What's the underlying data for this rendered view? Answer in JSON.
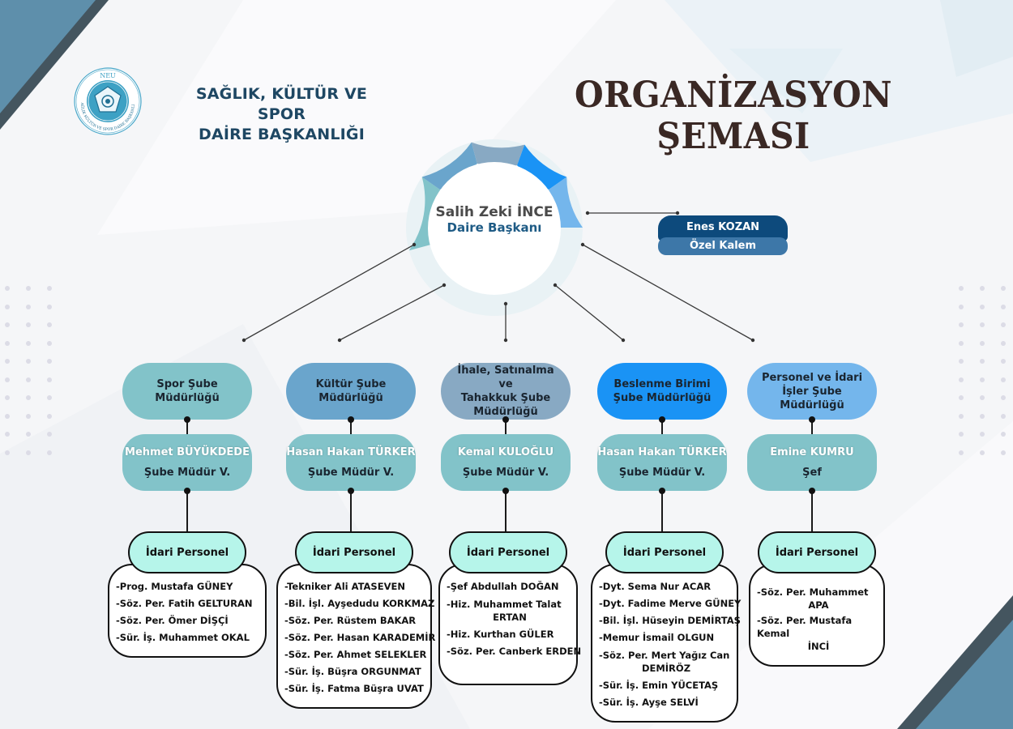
{
  "header": {
    "org_name_line1": "SAĞLIK, KÜLTÜR VE SPOR",
    "org_name_line2": "DAİRE BAŞKANLIĞI",
    "title": "ORGANİZASYON ŞEMASI",
    "logo": {
      "top_text": "NEU",
      "ring_text": "SAĞLIK KÜLTÜR VE SPOR DAİRE BAŞKANLIĞI",
      "icon": "rosette-emblem-icon"
    }
  },
  "head": {
    "name": "Salih Zeki İNCE",
    "title": "Daire Başkanı",
    "ring_colors": [
      "#82c3c9",
      "#6aa5cc",
      "#88a9c3",
      "#1a93f5",
      "#74b6ec"
    ]
  },
  "aide": {
    "name": "Enes KOZAN",
    "role": "Özel Kalem"
  },
  "departments": [
    {
      "name": "Spor Şube Müdürlüğü",
      "name_lines": [
        "Spor Şube",
        "Müdürlüğü"
      ],
      "color": "#82c3c9",
      "manager_name": "Mehmet BÜYÜKDEDE",
      "manager_role": "Şube Müdür V.",
      "staff_title": "İdari Personel",
      "staff": [
        [
          "-Prog. Mustafa GÜNEY"
        ],
        [
          "-Söz. Per. Fatih GELTURAN"
        ],
        [
          "-Söz. Per. Ömer DİŞÇİ"
        ],
        [
          "-Sür. İş. Muhammet OKAL"
        ]
      ]
    },
    {
      "name": "Kültür Şube Müdürlüğü",
      "name_lines": [
        "Kültür Şube",
        "Müdürlüğü"
      ],
      "color": "#6aa5cc",
      "manager_name": "Hasan Hakan TÜRKER",
      "manager_role": "Şube Müdür V.",
      "staff_title": "İdari Personel",
      "staff": [
        [
          "-Tekniker Ali ATASEVEN"
        ],
        [
          "-Bil. İşl. Ayşedudu KORKMAZ"
        ],
        [
          "-Söz. Per. Rüstem BAKAR"
        ],
        [
          "-Söz. Per. Hasan KARADEMİR"
        ],
        [
          "-Söz. Per. Ahmet SELEKLER"
        ],
        [
          "-Sür. İş. Büşra ORGUNMAT"
        ],
        [
          "-Sür. İş. Fatma Büşra UVAT"
        ]
      ]
    },
    {
      "name": "İhale, Satınalma ve Tahakkuk Şube Müdürlüğü",
      "name_lines": [
        "İhale, Satınalma ve",
        "Tahakkuk Şube",
        "Müdürlüğü"
      ],
      "color": "#88a9c3",
      "manager_name": "Kemal KULOĞLU",
      "manager_role": "Şube Müdür V.",
      "staff_title": "İdari Personel",
      "staff": [
        [
          "-Şef Abdullah DOĞAN"
        ],
        [
          "-Hiz. Muhammet Talat",
          "ERTAN"
        ],
        [
          "-Hiz. Kurthan GÜLER"
        ],
        [
          "-Söz. Per. Canberk ERDEN"
        ]
      ]
    },
    {
      "name": "Beslenme Birimi Şube Müdürlüğü",
      "name_lines": [
        "Beslenme Birimi",
        "Şube Müdürlüğü"
      ],
      "color": "#1a93f5",
      "manager_name": "Hasan Hakan TÜRKER",
      "manager_role": "Şube Müdür V.",
      "staff_title": "İdari Personel",
      "staff": [
        [
          "-Dyt. Sema Nur ACAR"
        ],
        [
          "-Dyt. Fadime Merve GÜNEY"
        ],
        [
          "-Bil. İşl. Hüseyin DEMİRTAŞ"
        ],
        [
          "-Memur İsmail OLGUN"
        ],
        [
          "-Söz. Per. Mert Yağız Can",
          "DEMİRÖZ"
        ],
        [
          "-Sür. İş. Emin YÜCETAŞ"
        ],
        [
          "-Sür. İş. Ayşe SELVİ"
        ]
      ]
    },
    {
      "name": "Personel ve İdari İşler Şube Müdürlüğü",
      "name_lines": [
        "Personel ve İdari",
        "İşler Şube",
        "Müdürlüğü"
      ],
      "color": "#74b6ec",
      "manager_name": "Emine KUMRU",
      "manager_role": "Şef",
      "staff_title": "İdari Personel",
      "staff": [
        [
          "-Söz. Per. Muhammet",
          "APA"
        ],
        [
          "-Söz. Per. Mustafa Kemal",
          "İNCİ"
        ]
      ]
    }
  ],
  "colors": {
    "corner_dark": "#44555f",
    "corner_light": "#5e8fab",
    "title_color": "#3a2824",
    "org_name_color": "#1e4763",
    "manager_box": "#82c3c9",
    "staff_head": "#b6f5ea",
    "aide_top": "#0d4a7c",
    "aide_bottom": "#3d77a8"
  }
}
